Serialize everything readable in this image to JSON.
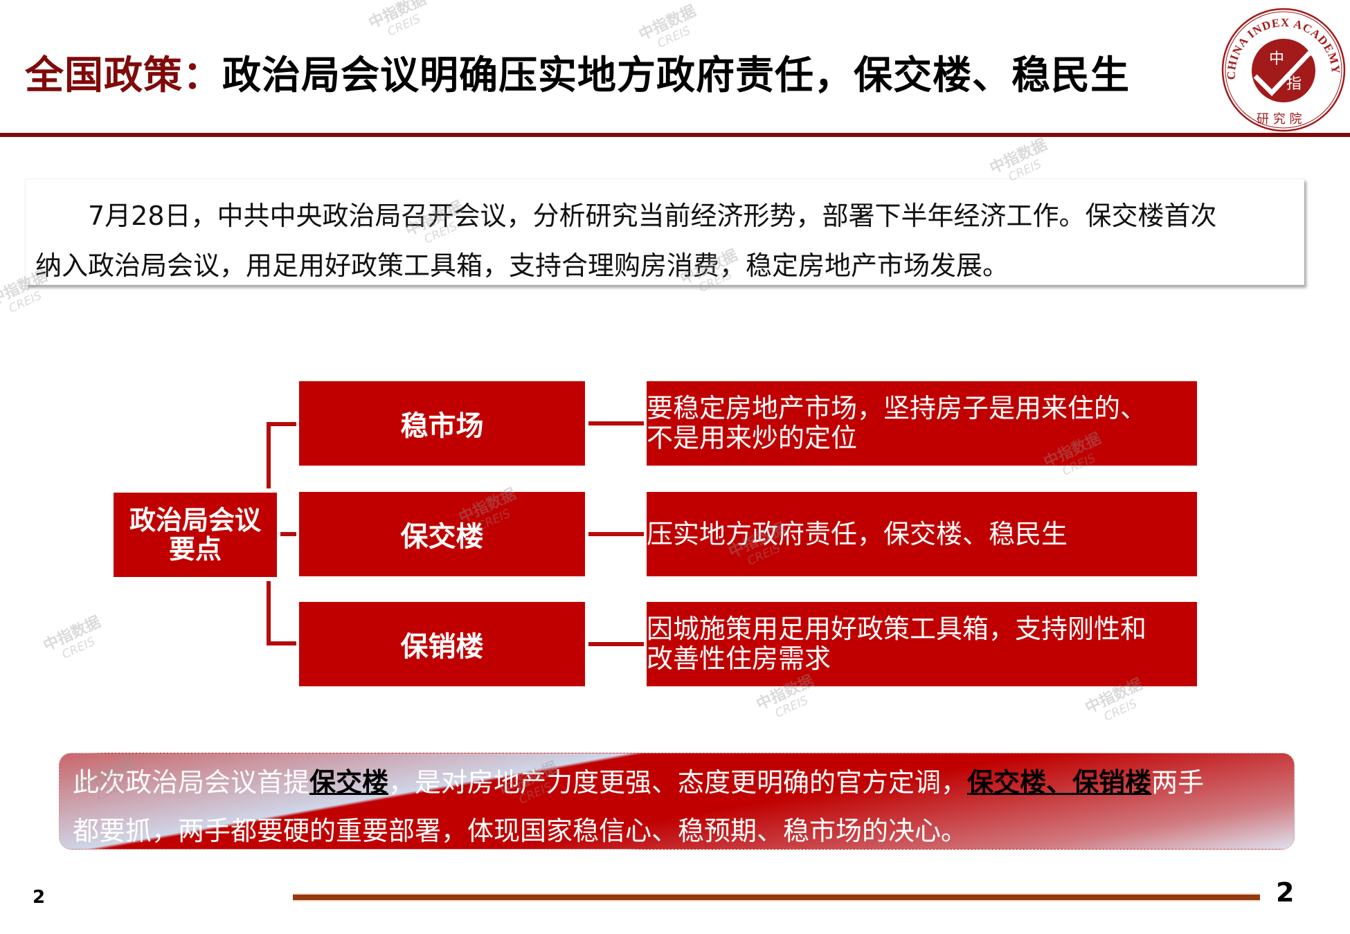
{
  "header": {
    "title_lead": "全国政策：",
    "title_rest": "政治局会议明确压实地方政府责任，保交楼、稳民生",
    "logo": {
      "ring_text": "CHINA INDEX ACADEMY",
      "center_top": "中",
      "center_bottom": "指",
      "bottom_text": "研 究 院",
      "color": "#a31a1a"
    }
  },
  "intro": {
    "line1": "7月28日，中共中央政治局召开会议，分析研究当前经济形势，部署下半年经济工作。保交楼首次",
    "line2": "纳入政治局会议，用足用好政策工具箱，支持合理购房消费，稳定房地产市场发展。"
  },
  "diagram": {
    "center_label_line1": "政治局会议",
    "center_label_line2": "要点",
    "rows": [
      {
        "key": "稳市场",
        "desc_line1": "要稳定房地产市场，坚持房子是用来住的、",
        "desc_line2": "不是用来炒的定位"
      },
      {
        "key": "保交楼",
        "desc_line1": "压实地方政府责任，保交楼、稳民生",
        "desc_line2": ""
      },
      {
        "key": "保销楼",
        "desc_line1": "因城施策用足用好政策工具箱，支持刚性和",
        "desc_line2": "改善性住房需求"
      }
    ],
    "box_color": "#c00000"
  },
  "banner": {
    "l1_a": "此次政治局会议首提",
    "l1_hl1": "保交楼",
    "l1_b": "，是对房地产力度更强、态度更明确的官方定调，",
    "l1_hl2": "保交楼、保销楼",
    "l1_c": "两手",
    "l2": "都要抓，两手都要硬的重要部署，体现国家稳信心、稳预期、稳市场的决心。"
  },
  "footer": {
    "page_left": "2",
    "page_right": "2"
  },
  "watermark": {
    "cn": "中指数据",
    "en": "CREIS"
  }
}
